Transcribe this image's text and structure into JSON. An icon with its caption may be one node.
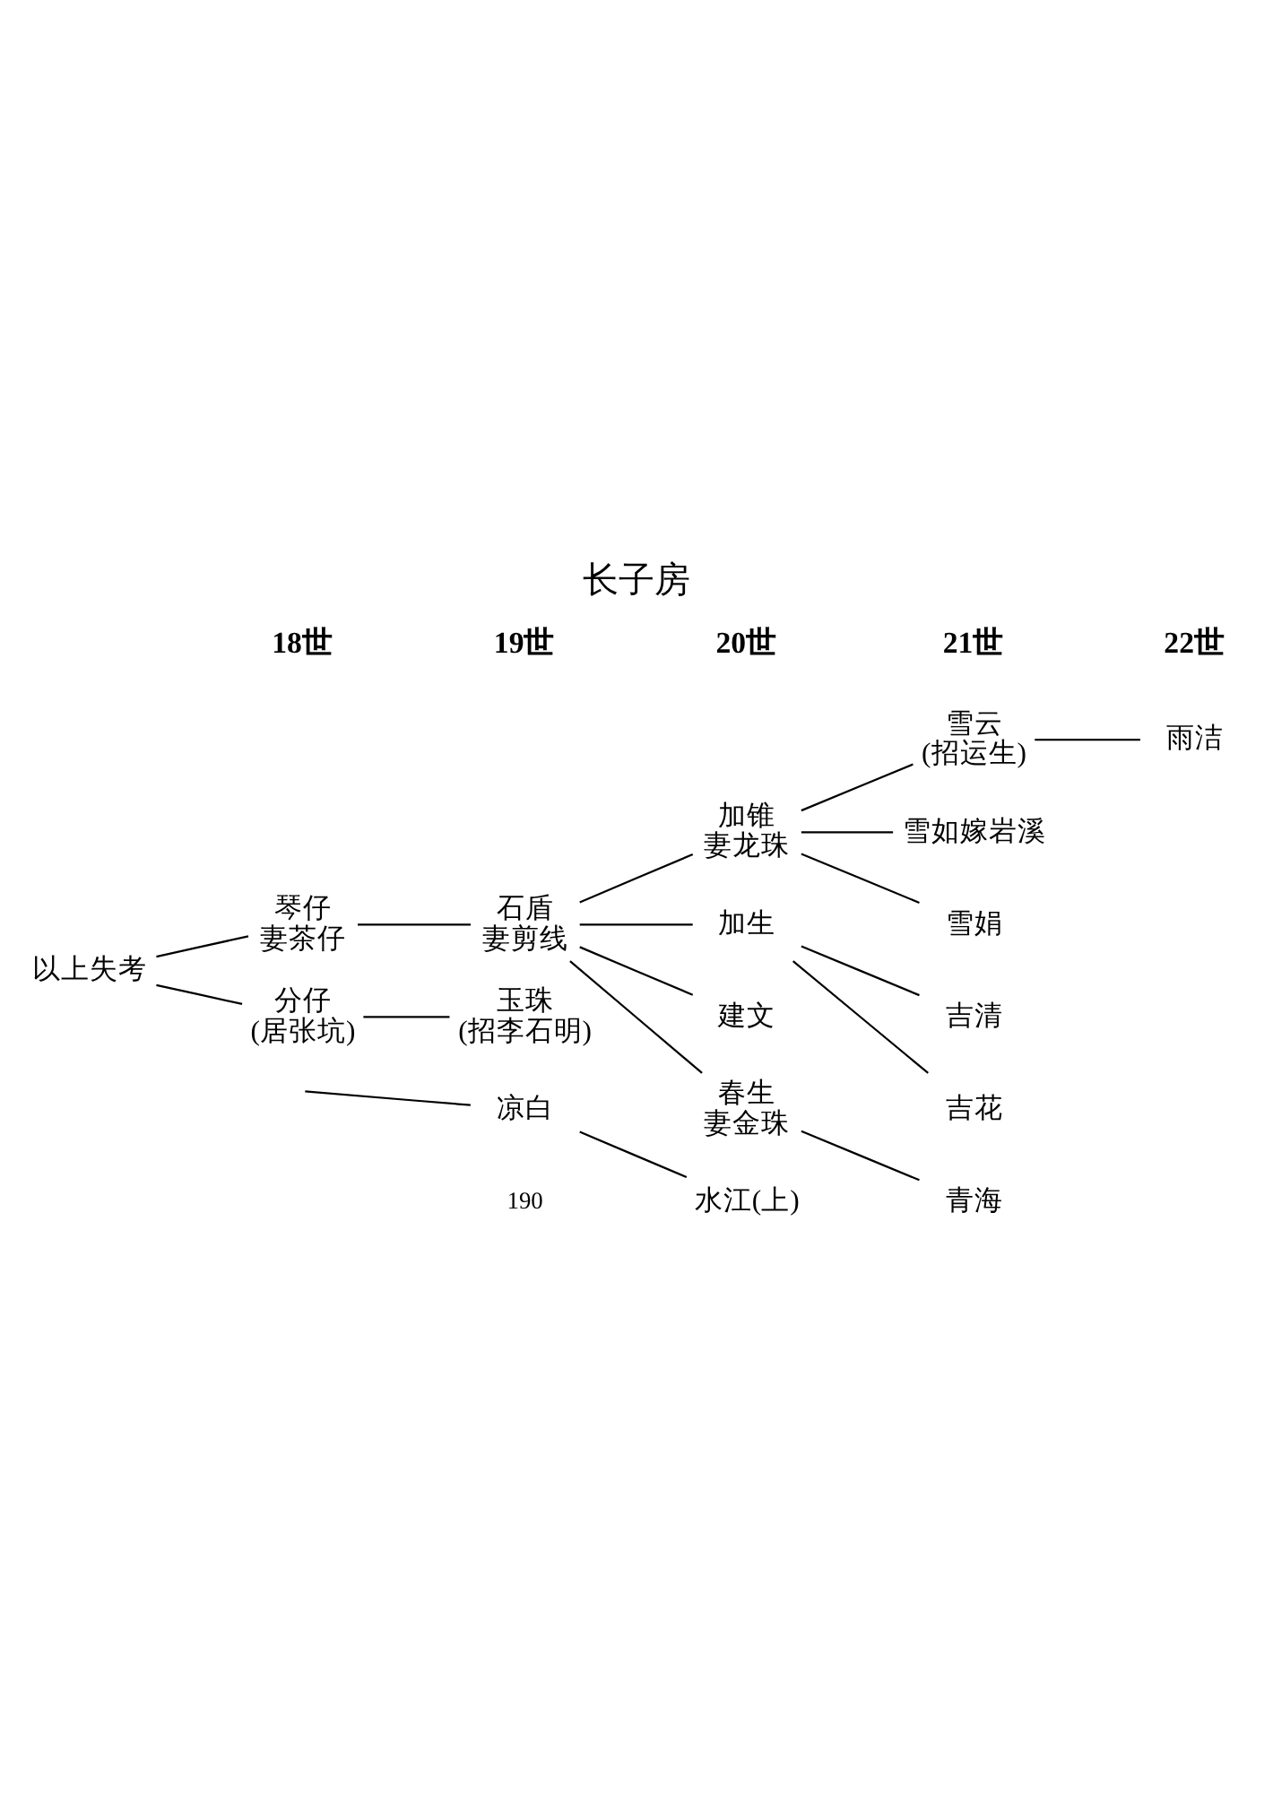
{
  "diagram": {
    "title": "长子房",
    "nodes": [
      {
        "text": [
          "雪云",
          "(招运生)"
        ]
      },
      {
        "text": [
          "雨洁"
        ]
      },
      {
        "text": [
          "加锥",
          "妻龙珠"
        ]
      },
      {
        "text": [
          "雪如嫁岩溪"
        ]
      },
      {
        "text": [
          "琴仔",
          "妻茶仔"
        ]
      },
      {
        "text": [
          "石盾",
          "妻剪线"
        ]
      },
      {
        "text": [
          "雪娟"
        ]
      },
      {
        "text": [
          "吉清"
        ]
      },
      {
        "text": [
          "以上失考"
        ]
      },
      {
        "text": [
          "加生"
        ]
      },
      {
        "text": [
          "建文"
        ]
      },
      {
        "text": [
          "吉花"
        ]
      },
      {
        "text": [
          "春生",
          "妻金珠"
        ]
      },
      {
        "text": [
          "青海"
        ]
      },
      {
        "text": [
          "分仔",
          "(居张坑)"
        ]
      },
      {
        "text": [
          "玉珠",
          "(招李石明)"
        ]
      },
      {
        "text": [
          "凉白"
        ]
      },
      {
        "text": [
          "水江(上)"
        ]
      }
    ],
    "edges": [
      {
        "from": 8,
        "to": 4,
        "arrow": "none"
      },
      {
        "from": 8,
        "to": 14,
        "arrow": "none"
      },
      {
        "from": 4,
        "to": 5,
        "arrow": "none"
      },
      {
        "from": 5,
        "to": 2,
        "arrow": "none"
      },
      {
        "from": 5,
        "to": 9,
        "arrow": "none"
      },
      {
        "from": 5,
        "to": 10,
        "arrow": "none"
      },
      {
        "from": 5,
        "to": 12,
        "arrow": "none"
      },
      {
        "from": 2,
        "to": 0,
        "arrow": "none"
      },
      {
        "from": 2,
        "to": 3,
        "arrow": "none"
      },
      {
        "from": 2,
        "to": 6,
        "arrow": "none"
      },
      {
        "from": 0,
        "to": 1,
        "arrow": "none"
      },
      {
        "from": 9,
        "to": 7,
        "arrow": "none"
      },
      {
        "from": 9,
        "to": 11,
        "arrow": "none"
      },
      {
        "from": 12,
        "to": 13,
        "arrow": "none"
      },
      {
        "from": 14,
        "to": 15,
        "arrow": "none"
      },
      {
        "from": null,
        "to": 16,
        "arrow": "none"
      },
      {
        "from": 16,
        "to": 17,
        "arrow": "none"
      }
    ],
    "labels": [
      "18世",
      "19世",
      "20世",
      "21世",
      "22世",
      "190"
    ]
  }
}
